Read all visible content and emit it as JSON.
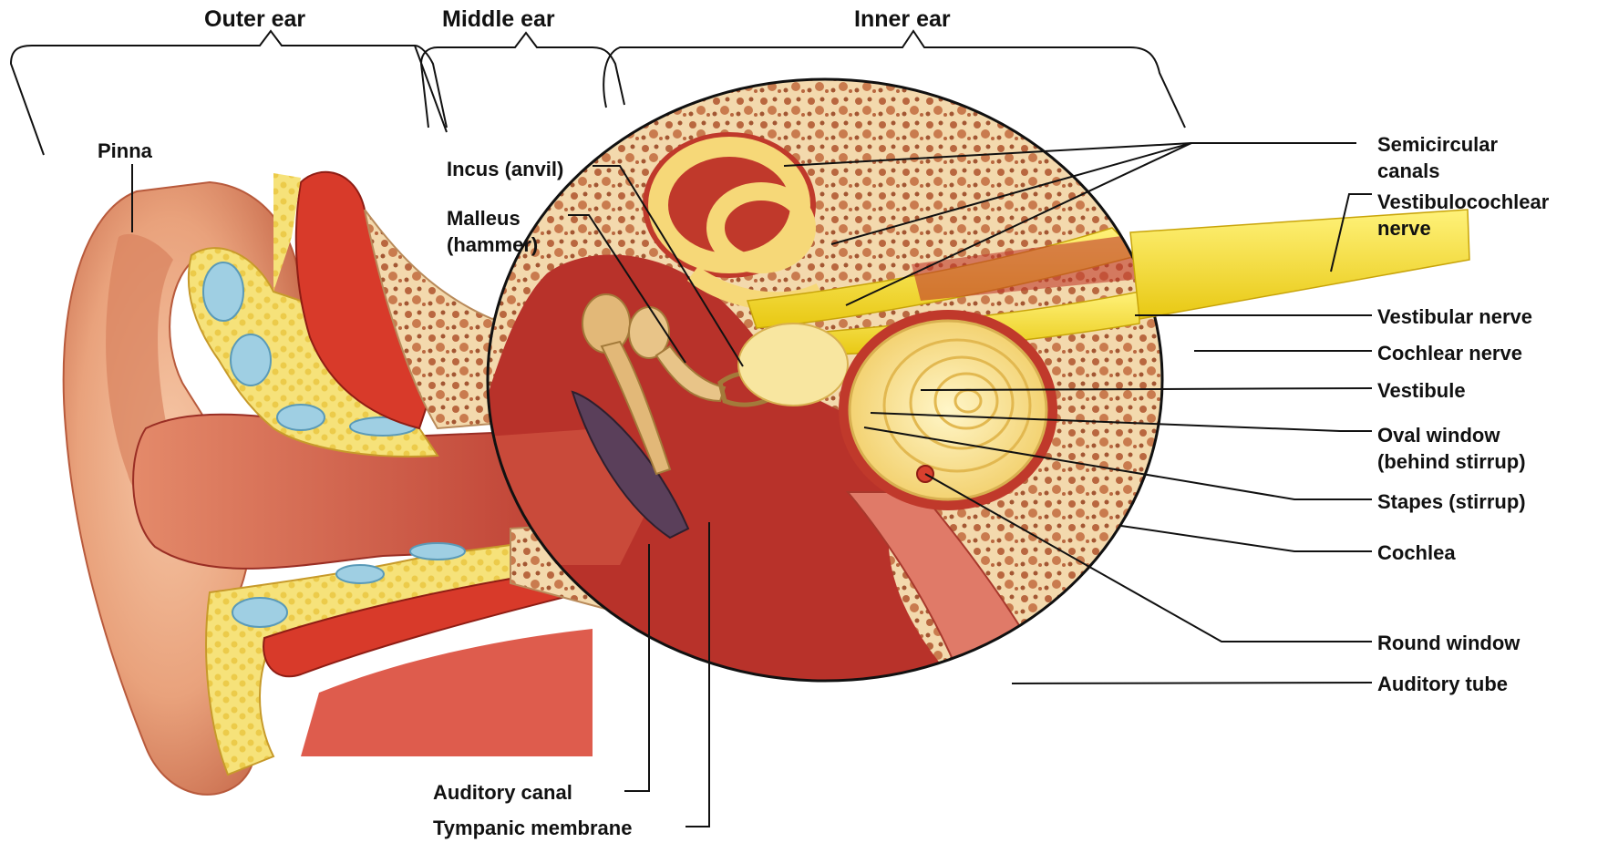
{
  "regions": {
    "outer": "Outer ear",
    "middle": "Middle ear",
    "inner": "Inner ear"
  },
  "labels": {
    "pinna": "Pinna",
    "incus": "Incus (anvil)",
    "malleus_1": "Malleus",
    "malleus_2": "(hammer)",
    "semicircular_1": "Semicircular",
    "semicircular_2": "canals",
    "vestibulocochlear_1": "Vestibulocochlear",
    "vestibulocochlear_2": "nerve",
    "vestibular_nerve": "Vestibular nerve",
    "cochlear_nerve": "Cochlear nerve",
    "vestibule": "Vestibule",
    "oval_window_1": "Oval window",
    "oval_window_2": "(behind stirrup)",
    "stapes": "Stapes (stirrup)",
    "cochlea": "Cochlea",
    "round_window": "Round window",
    "auditory_tube": "Auditory tube",
    "auditory_canal": "Auditory canal",
    "tympanic_membrane": "Tympanic membrane"
  },
  "colors": {
    "skin": "#e8a07a",
    "skin_dark": "#c76a48",
    "cartilage": "#f4e88c",
    "fat_blue": "#9fcfe3",
    "muscle": "#d83a2a",
    "bone": "#f2dcb0",
    "bone_spongy": "#c8774a",
    "canal": "#c94a3a",
    "nerve": "#f7e23a",
    "cochlea": "#f8e6a0",
    "membrane": "#5a3f5a",
    "line": "#111111"
  }
}
